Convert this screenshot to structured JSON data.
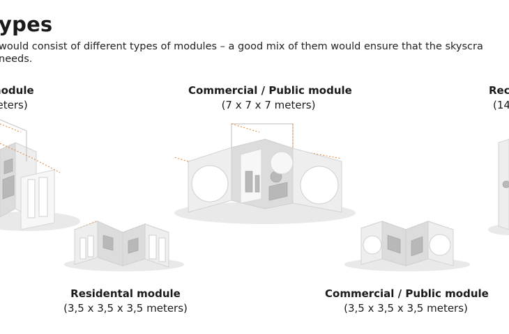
{
  "heading": {
    "title": "ypes",
    "description_line1": "would consist of different types of modules – a good mix of them would ensure that the skyscra",
    "description_line2": "needs."
  },
  "labels": {
    "top_left": {
      "name": "module",
      "dims": "meters)"
    },
    "top_center": {
      "name": "Commercial / Public module",
      "dims": "(7 x 7 x 7 meters)"
    },
    "top_right": {
      "name": "Rec",
      "dims": "(14"
    },
    "bottom_left": {
      "name": "Residental module",
      "dims": "(3,5 x 3,5 x 3,5 meters)"
    },
    "bottom_right": {
      "name": "Commercial / Public module",
      "dims": "(3,5 x 3,5 x 3,5 meters)"
    }
  },
  "colors": {
    "dashed_outline": "#e88a3a",
    "module_wall": "#eeeeee",
    "text": "#1a1a1a"
  }
}
